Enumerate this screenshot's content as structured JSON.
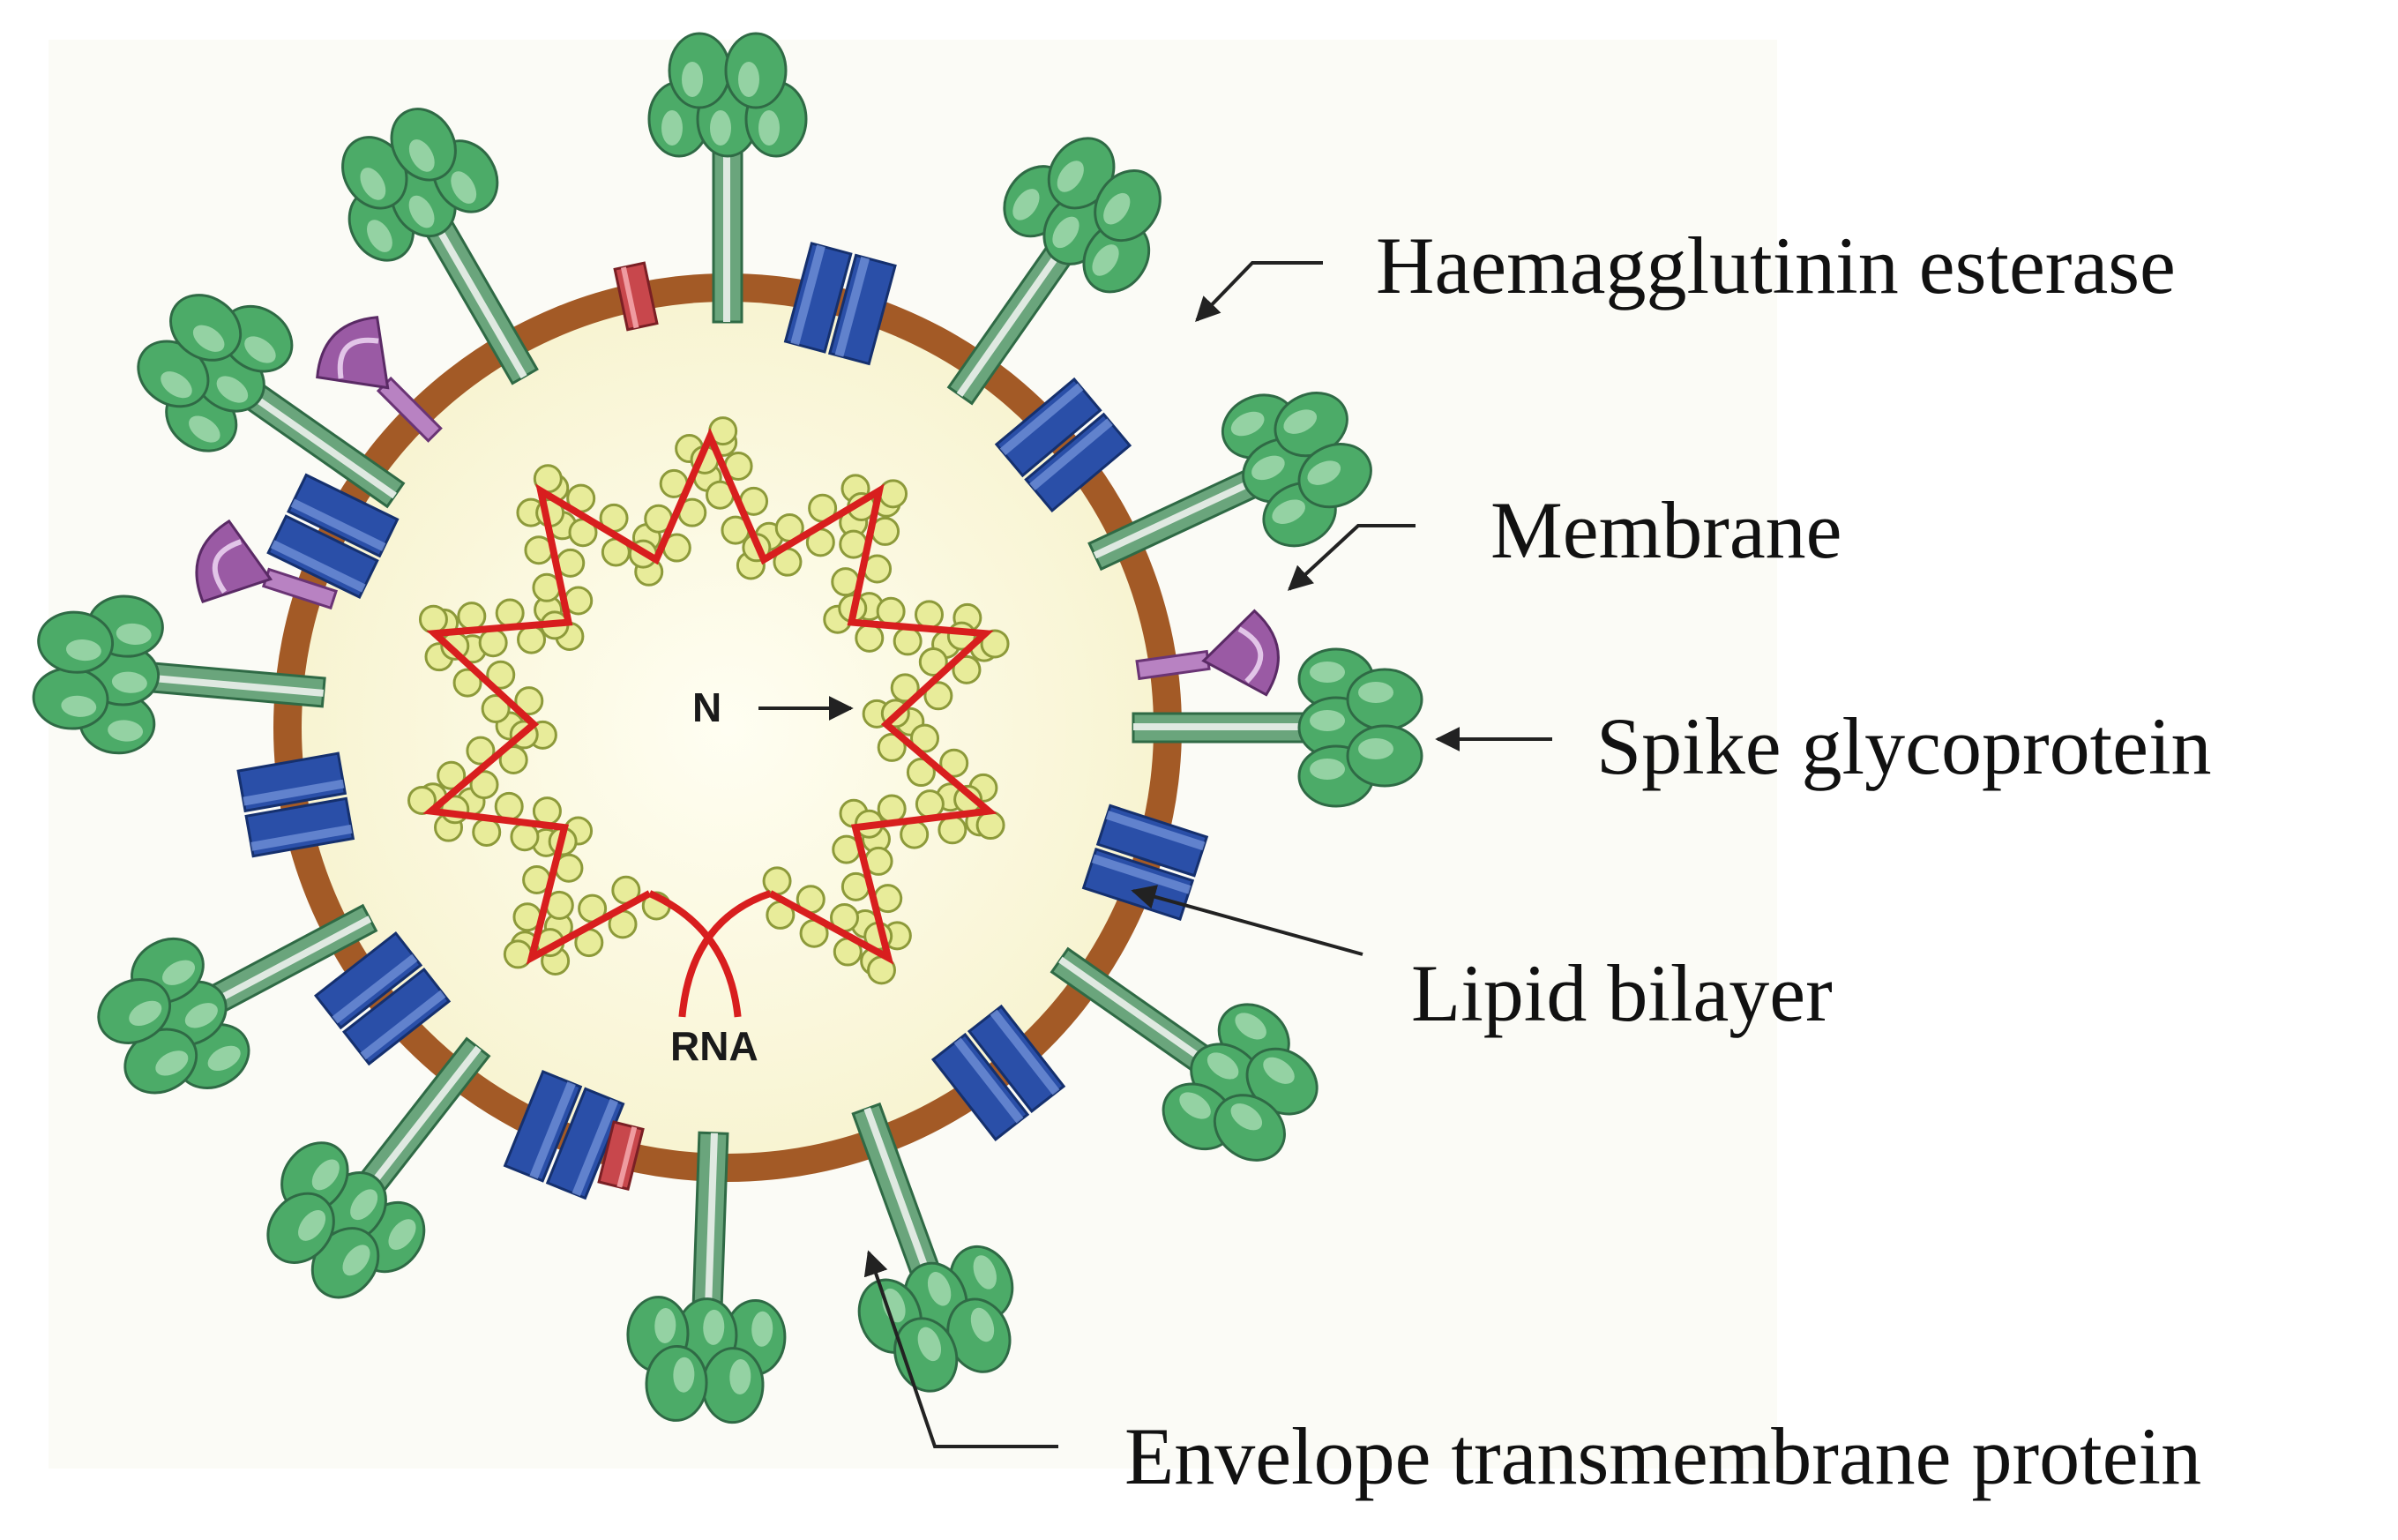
{
  "labels": {
    "haemagglutinin_esterase": "Haemagglutinin esterase",
    "membrane": "Membrane",
    "spike_glycoprotein": "Spike glycoprotein",
    "lipid_bilayer": "Lipid bilayer",
    "envelope_transmembrane_protein": "Envelope transmembrane protein",
    "nucleocapsid": "N",
    "rna": "RNA"
  },
  "colors": {
    "background_panel": "#fbfbf6",
    "lipid_bilayer": "#a35a26",
    "interior": "#fdfbe2",
    "spike_green": "#4cab68",
    "spike_green_light": "#a6dcb1",
    "membrane_blue": "#2a4fa8",
    "he_purple": "#9a5aa4",
    "envelope_red": "#c8474c",
    "rna_red": "#d81e1e",
    "nucleocapsid_beads": "#e8ec9a"
  }
}
